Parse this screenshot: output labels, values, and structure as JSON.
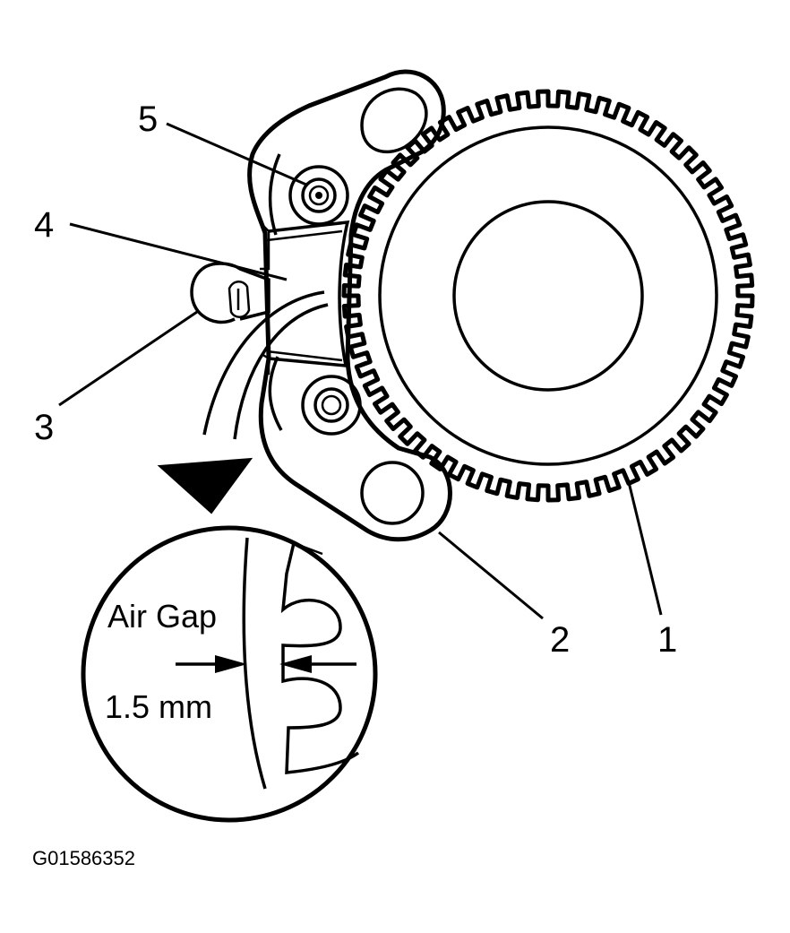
{
  "callouts": [
    {
      "id": "1",
      "label": "1"
    },
    {
      "id": "2",
      "label": "2"
    },
    {
      "id": "3",
      "label": "3"
    },
    {
      "id": "4",
      "label": "4"
    },
    {
      "id": "5",
      "label": "5"
    }
  ],
  "detail": {
    "label": "Air Gap",
    "value": "1.5 mm"
  },
  "figure_id": "G01586352",
  "colors": {
    "ink": "#000000",
    "background": "#ffffff"
  }
}
